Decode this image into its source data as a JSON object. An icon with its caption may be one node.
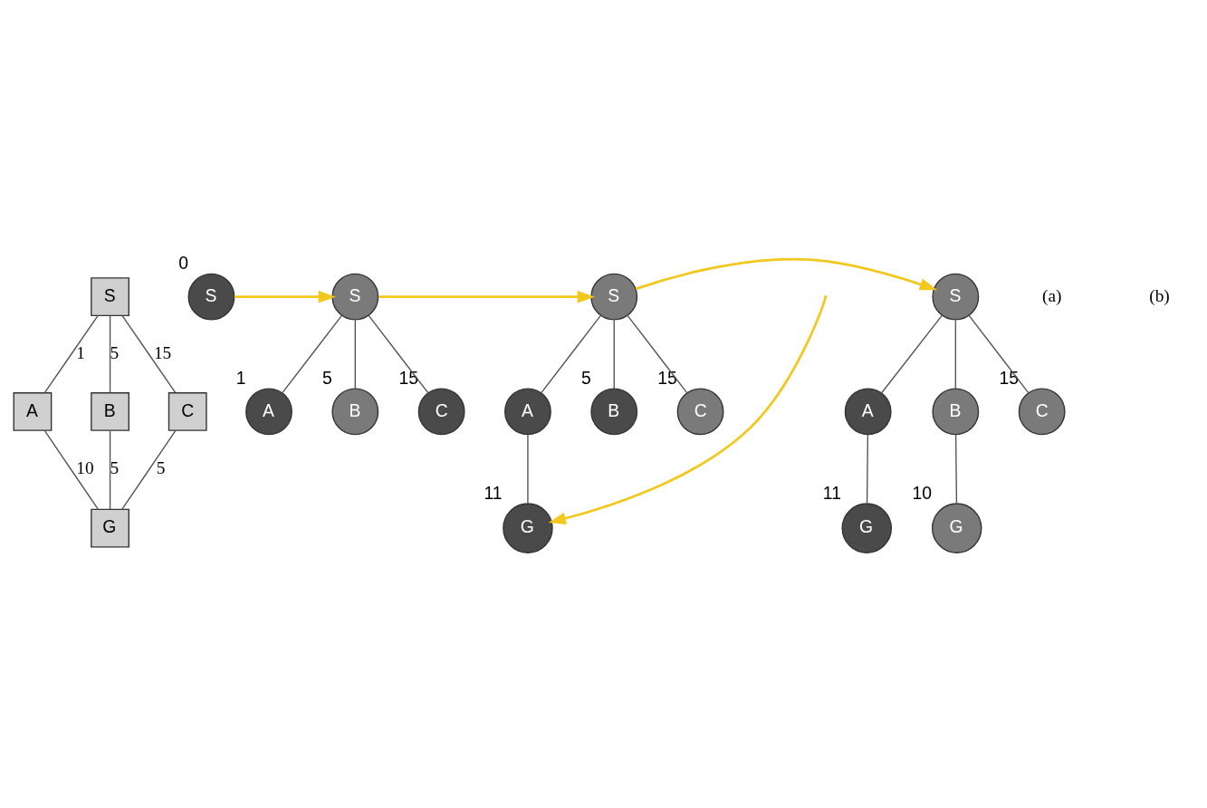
{
  "diagram": {
    "nodes": [
      {
        "text": [
          "S"
        ]
      },
      {
        "text": [
          "A"
        ]
      },
      {
        "text": [
          "B"
        ]
      },
      {
        "text": [
          "C"
        ]
      },
      {
        "text": [
          "G"
        ]
      },
      {
        "text": [
          "S"
        ],
        "beside": [
          "0"
        ]
      },
      {
        "text": [
          "S"
        ]
      },
      {
        "text": [
          "A"
        ],
        "beside": [
          "1"
        ]
      },
      {
        "text": [
          "B"
        ],
        "beside": [
          "5"
        ]
      },
      {
        "text": [
          "C"
        ],
        "beside": [
          "15"
        ]
      },
      {
        "text": [
          "S"
        ]
      },
      {
        "text": [
          "A"
        ]
      },
      {
        "text": [
          "B"
        ],
        "beside": [
          "5"
        ]
      },
      {
        "text": [
          "C"
        ],
        "beside": [
          "15"
        ]
      },
      {
        "text": [
          "G"
        ],
        "beside": [
          "11"
        ]
      },
      {
        "text": [
          "S"
        ]
      },
      {
        "text": [
          "A"
        ]
      },
      {
        "text": [
          "B"
        ]
      },
      {
        "text": [
          "C"
        ],
        "beside": [
          "15"
        ]
      },
      {
        "text": [
          "G"
        ],
        "beside": [
          "11"
        ]
      },
      {
        "text": [
          "G"
        ],
        "beside": [
          "10"
        ]
      }
    ],
    "edges": [
      {
        "from": 0,
        "to": 1,
        "arrow": "none",
        "label": "1"
      },
      {
        "from": 1,
        "to": 4,
        "arrow": "none",
        "label": "10"
      },
      {
        "from": 0,
        "to": 2,
        "arrow": "none",
        "label": "5"
      },
      {
        "from": 2,
        "to": 4,
        "arrow": "none",
        "label": "5"
      },
      {
        "from": 0,
        "to": 3,
        "arrow": "none",
        "label": "15"
      },
      {
        "from": 3,
        "to": 4,
        "arrow": "none",
        "label": "5"
      },
      {
        "from": 5,
        "to": 6,
        "arrow": "to",
        "color": "#f2c81e"
      },
      {
        "from": 6,
        "to": 7,
        "arrow": "none"
      },
      {
        "from": 6,
        "to": 8,
        "arrow": "none"
      },
      {
        "from": 6,
        "to": 9,
        "arrow": "none"
      },
      {
        "from": 6,
        "to": 10,
        "arrow": "to",
        "color": "#f2c81e"
      },
      {
        "from": 10,
        "to": 11,
        "arrow": "none"
      },
      {
        "from": 10,
        "to": 12,
        "arrow": "none"
      },
      {
        "from": 10,
        "to": 13,
        "arrow": "none"
      },
      {
        "from": 11,
        "to": 14,
        "arrow": "none"
      },
      {
        "from": 10,
        "to": 15,
        "arrow": "to",
        "color": "#f2c81e"
      },
      {
        "from": 15,
        "to": 16,
        "arrow": "none"
      },
      {
        "from": 15,
        "to": 17,
        "arrow": "none"
      },
      {
        "from": 15,
        "to": 18,
        "arrow": "none"
      },
      {
        "from": 16,
        "to": 19,
        "arrow": "none"
      },
      {
        "from": 17,
        "to": 20,
        "arrow": "none"
      },
      {
        "from": null,
        "to": 14,
        "arrow": "to",
        "color": "#f2c81e"
      }
    ],
    "labels": [
      "(a)",
      "(b)"
    ]
  }
}
